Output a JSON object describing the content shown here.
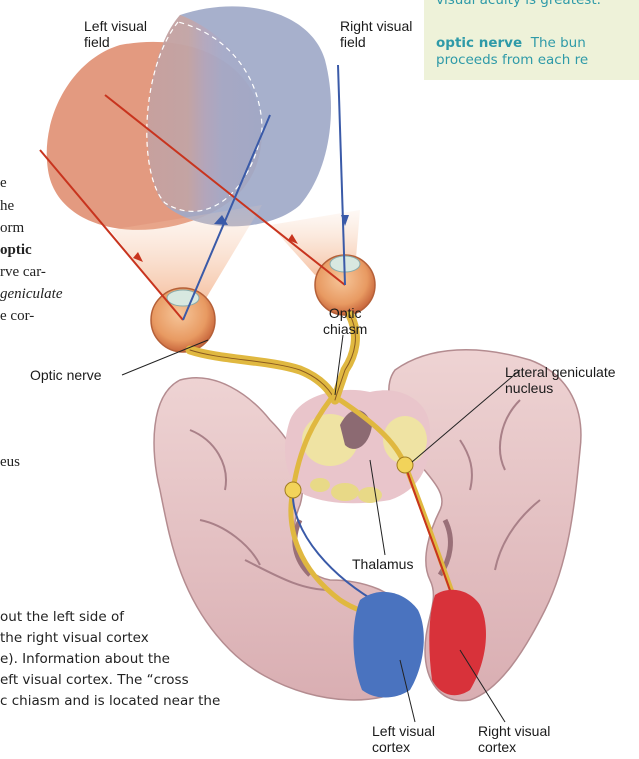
{
  "glossary": {
    "line_top": "visual acuity is greatest.",
    "term": "optic nerve",
    "definition_1": "The bun",
    "definition_2": "proceeds from each re"
  },
  "body_text_fragments": [
    "e",
    "he",
    "orm",
    "optic",
    "rve car-",
    "geniculate",
    "e cor-",
    "eus"
  ],
  "lower_text": [
    "out the left side of",
    "the right visual cortex",
    "e). Information about the",
    "eft visual cortex. The “cross",
    "c chiasm and is located near the"
  ],
  "labels": {
    "left_visual_field": "Left visual\nfield",
    "right_visual_field": "Right visual\nfield",
    "optic_chiasm": "Optic\nchiasm",
    "optic_nerve": "Optic nerve",
    "lateral_geniculate_nucleus": "Lateral geniculate\nnucleus",
    "thalamus": "Thalamus",
    "left_visual_cortex": "Left visual\ncortex",
    "right_visual_cortex": "Right visual\ncortex"
  },
  "colors": {
    "left_field": "#e39a80",
    "right_field": "#9fa9c8",
    "left_pathway": "#c8341e",
    "right_pathway": "#3a5aa8",
    "brain": "#e9c9cb",
    "thalamus": "#e8df9a",
    "left_cortex": "#4a73bf",
    "right_cortex": "#d8323a"
  }
}
